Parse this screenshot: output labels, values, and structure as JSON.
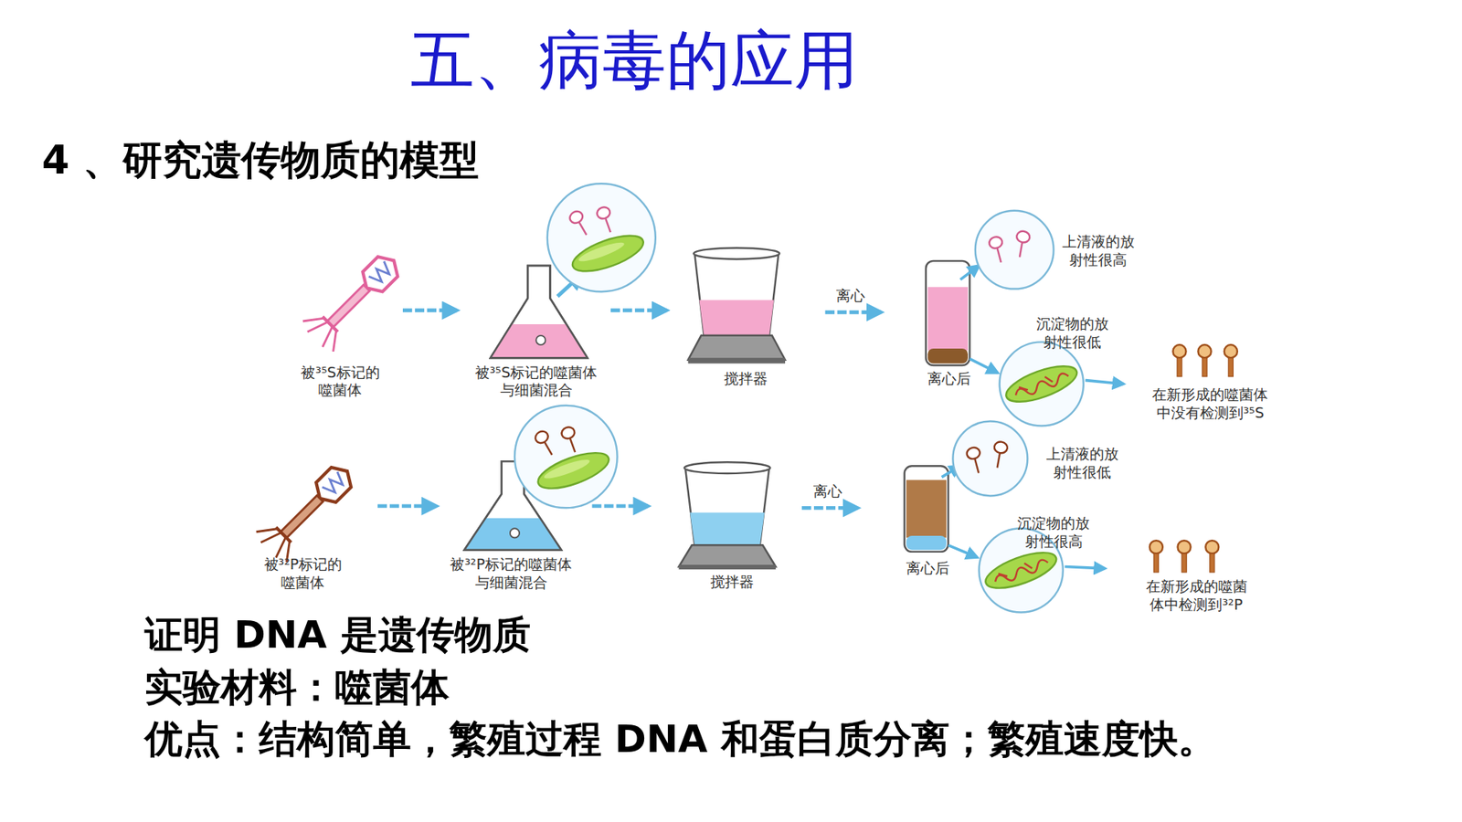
{
  "diagram": {
    "title": "五、病毒的应用",
    "labels": [
      "4 、研究遗传物质的模型",
      "上清液的放 射性很高",
      "离心",
      "被³⁵S标记的 噬菌体",
      "被³⁵S标记的噬菌体 与细菌混合",
      "搅拌器",
      "离心后",
      "沉淀物的放 射性很低",
      "在新形成的噬菌体 中没有检测到³⁵S",
      "上清液的放 射性很低",
      "离心",
      "被³²P标记的 噬菌体",
      "被³²P标记的噬菌体 与细菌混合",
      "搅拌器",
      "离心后",
      "沉淀物的放 射性很高",
      "在新形成的噬菌 体中检测到³²P",
      "证明 DNA 是遗传物质",
      "实验材料：噬菌体",
      "优点：结构简单，繁殖过程 DNA 和蛋白质分离；繁殖速度快。"
    ]
  }
}
